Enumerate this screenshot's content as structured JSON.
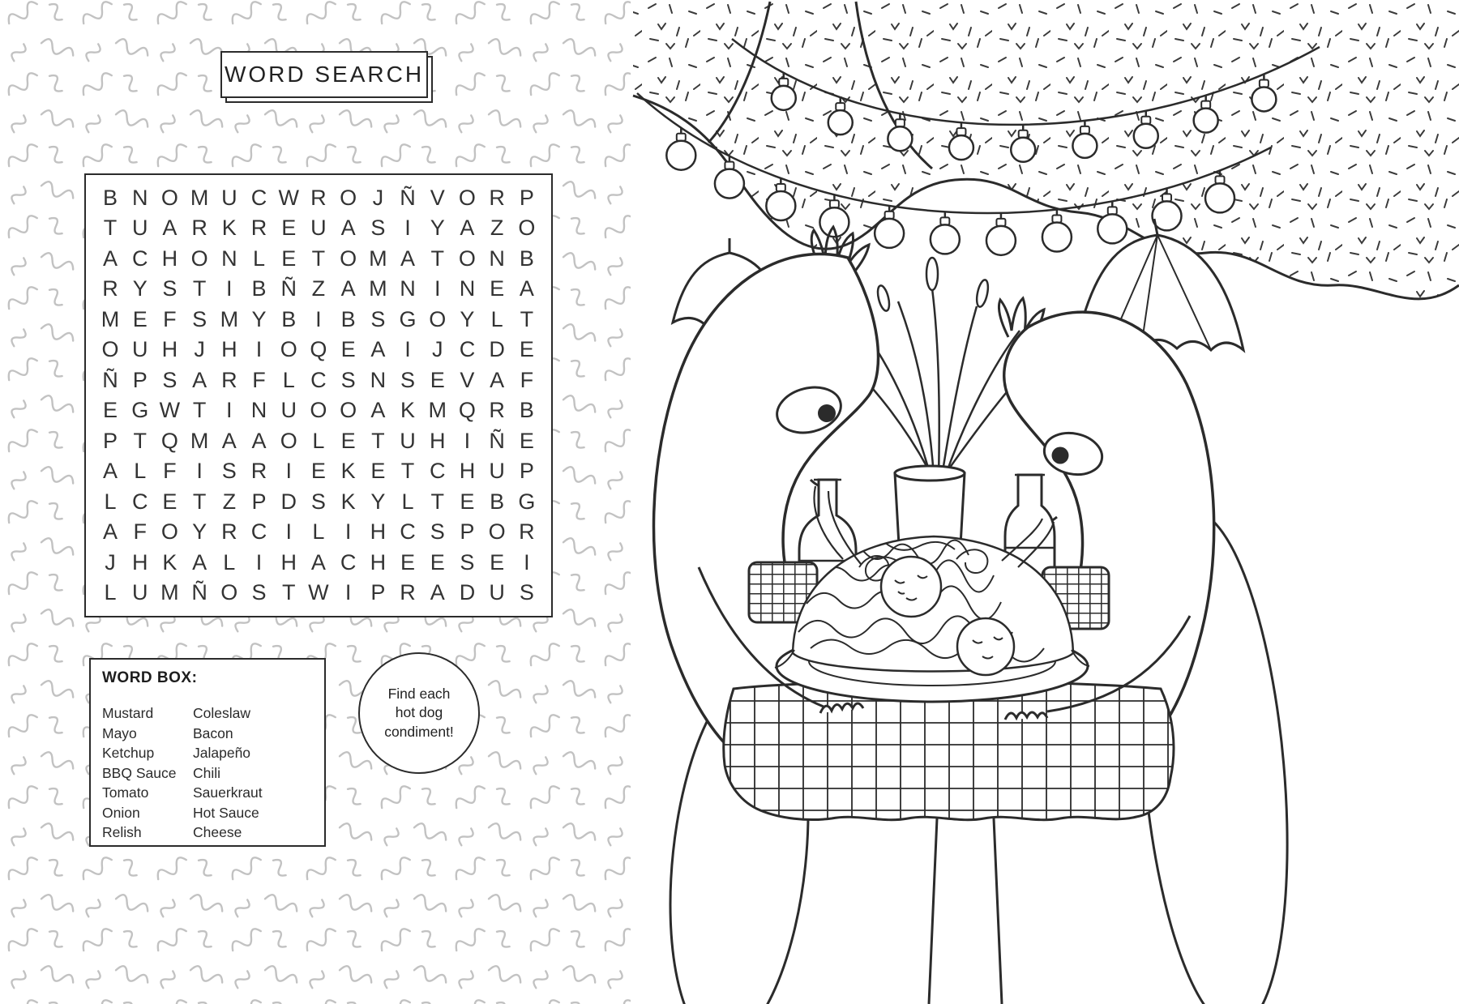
{
  "title": {
    "text": "WORD SEARCH"
  },
  "puzzle": {
    "rows": [
      "BNOMUCWROJÑVORP",
      "TUARKREUASIYAZO",
      "ACHONLETOMATONB",
      "RYSTIBÑZAMNINEA",
      "MEFSMYBIBSGOYLT",
      "OUHJHIOQEAIJCDE",
      "ÑPSARFLCSNSEVAF",
      "EGWTINUOOAKMQRB",
      "PTQMAAOLETUHIÑE",
      "ALFISRIEKETCHUP",
      "LCETZPDSKYLTEBG",
      "AFOYRCILIHCSPOR",
      "JHKALIHACHEESEI",
      "LUMÑOSTWIPRADUS"
    ]
  },
  "word_box": {
    "title": "WORD BOX:",
    "column1": [
      "Mustard",
      "Mayo",
      "Ketchup",
      "BBQ Sauce",
      "Tomato",
      "Onion",
      "Relish"
    ],
    "column2": [
      "Coleslaw",
      "Bacon",
      "Jalapeño",
      "Chili",
      "Sauerkraut",
      "Hot Sauce",
      "Cheese"
    ]
  },
  "hint_circle": {
    "lines": [
      "Find each",
      "hot dog",
      "condiment!"
    ]
  },
  "colors": {
    "ink": "#2b2b2b",
    "squiggle_pattern": "#c2c2c2",
    "confetti": "#3a3a3a",
    "paper": "#ffffff"
  },
  "illustration": {
    "name": "hot-dogs-eating-spaghetti-scene"
  }
}
